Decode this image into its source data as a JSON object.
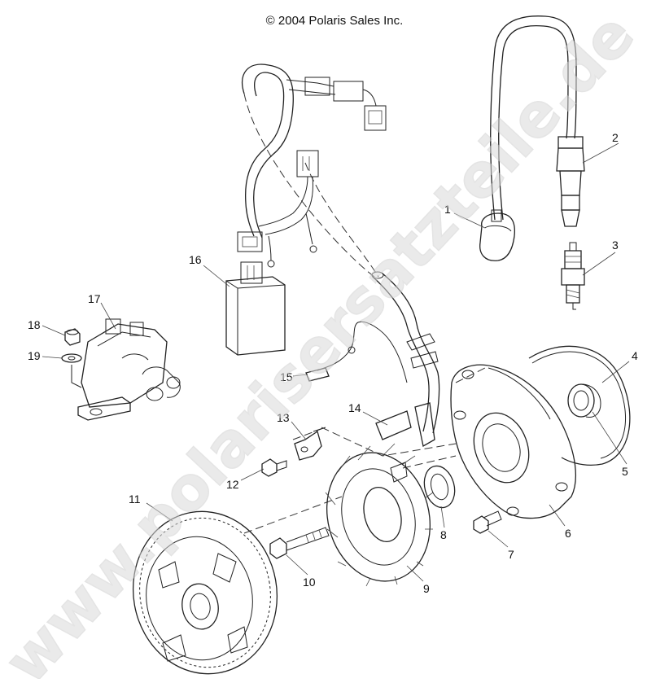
{
  "copyright": "© 2004 Polaris Sales Inc.",
  "watermark": "www.polarisersatzteile.de",
  "callouts": [
    {
      "id": "1",
      "label": "1"
    },
    {
      "id": "2",
      "label": "2"
    },
    {
      "id": "3",
      "label": "3"
    },
    {
      "id": "4",
      "label": "4"
    },
    {
      "id": "5",
      "label": "5"
    },
    {
      "id": "6",
      "label": "6"
    },
    {
      "id": "7",
      "label": "7"
    },
    {
      "id": "8",
      "label": "8"
    },
    {
      "id": "9",
      "label": "9"
    },
    {
      "id": "10",
      "label": "10"
    },
    {
      "id": "11",
      "label": "11"
    },
    {
      "id": "12",
      "label": "12"
    },
    {
      "id": "13",
      "label": "13"
    },
    {
      "id": "14",
      "label": "14"
    },
    {
      "id": "15",
      "label": "15"
    },
    {
      "id": "16",
      "label": "16"
    },
    {
      "id": "17",
      "label": "17"
    },
    {
      "id": "18",
      "label": "18"
    },
    {
      "id": "19",
      "label": "19"
    }
  ]
}
